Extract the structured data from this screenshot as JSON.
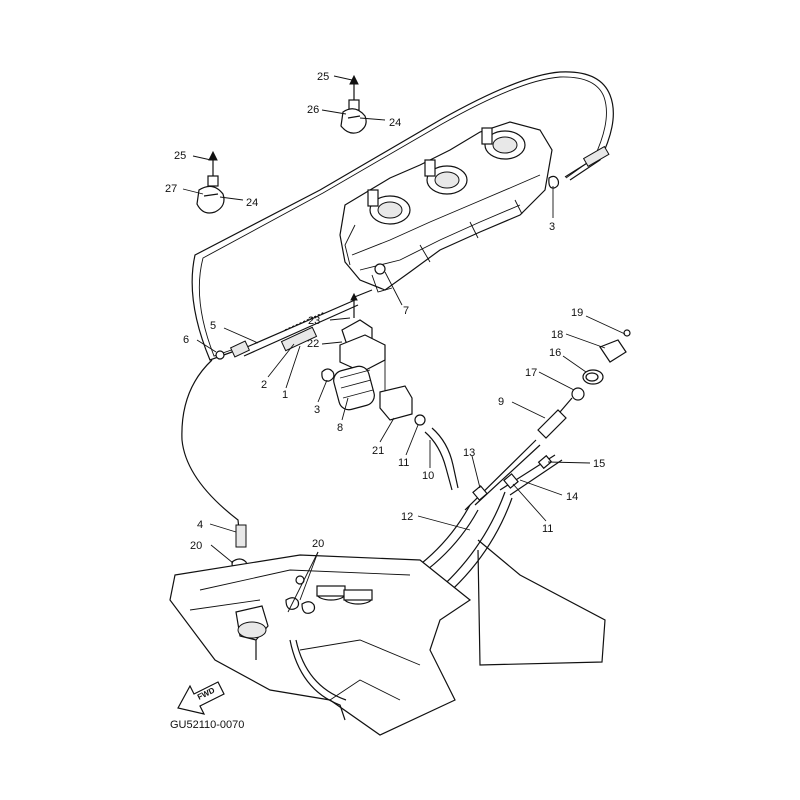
{
  "diagram": {
    "code": "GU52110-0070",
    "fwd_label": "FWD",
    "callouts": [
      {
        "id": "c25a",
        "num": "25"
      },
      {
        "id": "c26",
        "num": "26"
      },
      {
        "id": "c24a",
        "num": "24"
      },
      {
        "id": "c25b",
        "num": "25"
      },
      {
        "id": "c27",
        "num": "27"
      },
      {
        "id": "c24b",
        "num": "24"
      },
      {
        "id": "c3a",
        "num": "3"
      },
      {
        "id": "c7",
        "num": "7"
      },
      {
        "id": "c23",
        "num": "23"
      },
      {
        "id": "c22",
        "num": "22"
      },
      {
        "id": "c5",
        "num": "5"
      },
      {
        "id": "c6",
        "num": "6"
      },
      {
        "id": "c2",
        "num": "2"
      },
      {
        "id": "c1",
        "num": "1"
      },
      {
        "id": "c3b",
        "num": "3"
      },
      {
        "id": "c8",
        "num": "8"
      },
      {
        "id": "c21",
        "num": "21"
      },
      {
        "id": "c11a",
        "num": "11"
      },
      {
        "id": "c10",
        "num": "10"
      },
      {
        "id": "c19",
        "num": "19"
      },
      {
        "id": "c18",
        "num": "18"
      },
      {
        "id": "c16",
        "num": "16"
      },
      {
        "id": "c17",
        "num": "17"
      },
      {
        "id": "c9",
        "num": "9"
      },
      {
        "id": "c13",
        "num": "13"
      },
      {
        "id": "c15",
        "num": "15"
      },
      {
        "id": "c14",
        "num": "14"
      },
      {
        "id": "c11b",
        "num": "11"
      },
      {
        "id": "c12",
        "num": "12"
      },
      {
        "id": "c4",
        "num": "4"
      },
      {
        "id": "c20a",
        "num": "20"
      },
      {
        "id": "c20b",
        "num": "20"
      }
    ]
  }
}
